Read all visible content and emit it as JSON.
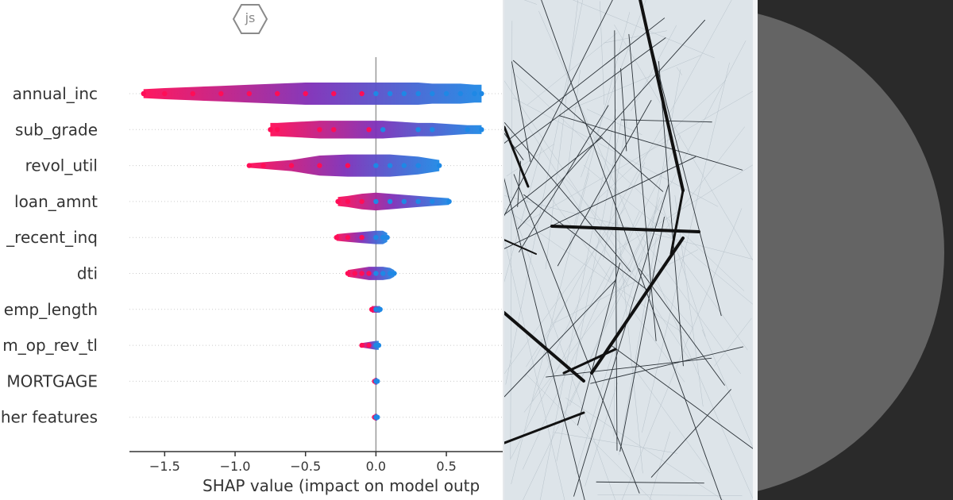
{
  "badge": {
    "label": "js"
  },
  "chart_data": {
    "type": "scatter",
    "subtype": "shap-beeswarm-summary",
    "title": "",
    "xlabel": "SHAP value (impact on model outp",
    "ylabel": "",
    "xlim": [
      -1.75,
      0.9
    ],
    "xticks": [
      -1.5,
      -1.0,
      -0.5,
      0.0,
      0.5
    ],
    "xtick_labels": [
      "−1.5",
      "−1.0",
      "−0.5",
      "0.0",
      "0.5"
    ],
    "features": [
      "annual_inc",
      "sub_grade",
      "revol_util",
      "loan_amnt",
      "_recent_inq",
      "dti",
      "emp_length",
      "m_op_rev_tl",
      "MORTGAGE",
      "her features"
    ],
    "series": [
      {
        "feature": "annual_inc",
        "points": [
          [
            -1.65,
            0.4
          ],
          [
            -1.5,
            0.5
          ],
          [
            -1.3,
            0.6
          ],
          [
            -1.1,
            0.7
          ],
          [
            -0.9,
            0.8
          ],
          [
            -0.7,
            0.9
          ],
          [
            -0.5,
            1.0
          ],
          [
            -0.3,
            1.0
          ],
          [
            -0.1,
            1.0
          ],
          [
            0.0,
            1.0
          ],
          [
            0.1,
            1.0
          ],
          [
            0.2,
            1.0
          ],
          [
            0.3,
            1.0
          ],
          [
            0.4,
            0.9
          ],
          [
            0.5,
            0.9
          ],
          [
            0.6,
            0.9
          ],
          [
            0.7,
            0.8
          ],
          [
            0.75,
            0.8
          ]
        ]
      },
      {
        "feature": "sub_grade",
        "points": [
          [
            -0.75,
            0.6
          ],
          [
            -0.7,
            0.6
          ],
          [
            -0.4,
            0.8
          ],
          [
            -0.3,
            0.8
          ],
          [
            -0.05,
            0.8
          ],
          [
            0.05,
            0.8
          ],
          [
            0.3,
            0.6
          ],
          [
            0.4,
            0.6
          ],
          [
            0.65,
            0.4
          ],
          [
            0.75,
            0.4
          ]
        ]
      },
      {
        "feature": "revol_util",
        "points": [
          [
            -0.9,
            0.2
          ],
          [
            -0.8,
            0.3
          ],
          [
            -0.6,
            0.5
          ],
          [
            -0.4,
            0.9
          ],
          [
            -0.2,
            1.0
          ],
          [
            0.0,
            1.0
          ],
          [
            0.1,
            1.0
          ],
          [
            0.2,
            0.9
          ],
          [
            0.3,
            0.8
          ],
          [
            0.45,
            0.5
          ]
        ]
      },
      {
        "feature": "loan_amnt",
        "points": [
          [
            -0.27,
            0.4
          ],
          [
            -0.2,
            0.5
          ],
          [
            -0.1,
            0.7
          ],
          [
            0.0,
            0.8
          ],
          [
            0.1,
            0.7
          ],
          [
            0.2,
            0.6
          ],
          [
            0.3,
            0.5
          ],
          [
            0.4,
            0.4
          ],
          [
            0.52,
            0.3
          ]
        ]
      },
      {
        "feature": "_recent_inq",
        "points": [
          [
            -0.28,
            0.3
          ],
          [
            -0.2,
            0.4
          ],
          [
            -0.1,
            0.5
          ],
          [
            0.0,
            0.6
          ],
          [
            0.05,
            0.6
          ],
          [
            0.08,
            0.4
          ]
        ]
      },
      {
        "feature": "dti",
        "points": [
          [
            -0.2,
            0.3
          ],
          [
            -0.15,
            0.4
          ],
          [
            -0.1,
            0.5
          ],
          [
            -0.05,
            0.6
          ],
          [
            0.0,
            0.6
          ],
          [
            0.05,
            0.6
          ],
          [
            0.1,
            0.5
          ],
          [
            0.13,
            0.3
          ]
        ]
      },
      {
        "feature": "emp_length",
        "points": [
          [
            -0.03,
            0.3
          ],
          [
            0.0,
            0.3
          ],
          [
            0.03,
            0.3
          ]
        ]
      },
      {
        "feature": "m_op_rev_tl",
        "points": [
          [
            -0.1,
            0.2
          ],
          [
            -0.05,
            0.3
          ],
          [
            0.0,
            0.4
          ],
          [
            0.02,
            0.4
          ]
        ]
      },
      {
        "feature": "MORTGAGE",
        "points": [
          [
            -0.01,
            0.3
          ],
          [
            0.0,
            0.3
          ],
          [
            0.01,
            0.3
          ]
        ]
      },
      {
        "feature": "her features",
        "points": [
          [
            -0.01,
            0.3
          ],
          [
            0.0,
            0.3
          ],
          [
            0.01,
            0.3
          ]
        ]
      }
    ],
    "colormap": [
      "#1e88e5",
      "#7d2fb8",
      "#ff0d57"
    ],
    "grid": false
  },
  "colors": {
    "shap_low": "#1e88e5",
    "shap_mid": "#7d2fb8",
    "shap_high": "#ff0d57",
    "dark_panel": "#2a2a2a",
    "dark_circle": "#646464"
  },
  "decor": {
    "badge_icon": "js-hexagon-icon",
    "photo": "network-lines-photo",
    "circle": "grey-circle-shape"
  }
}
